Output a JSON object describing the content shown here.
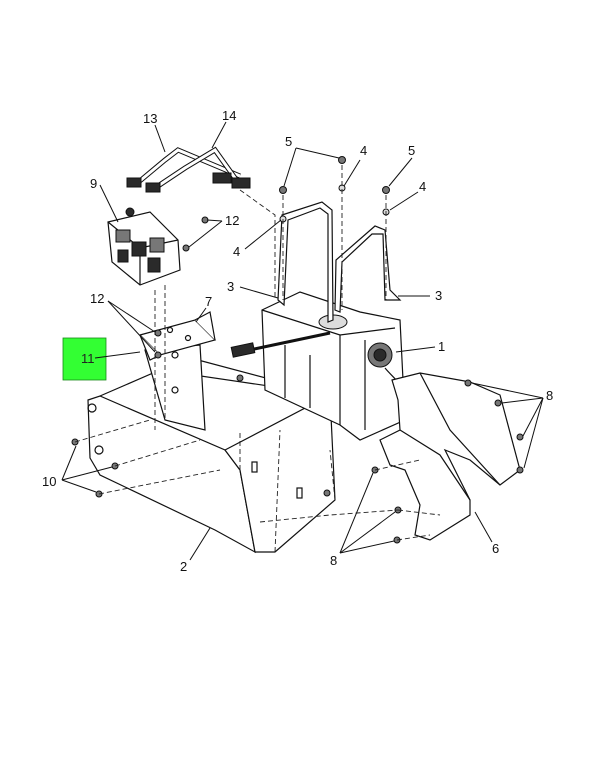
{
  "highlight": {
    "label": "11",
    "color": "#33ff33"
  },
  "callouts": [
    {
      "id": "c1",
      "text": "1"
    },
    {
      "id": "c2",
      "text": "2"
    },
    {
      "id": "c3a",
      "text": "3"
    },
    {
      "id": "c3b",
      "text": "3"
    },
    {
      "id": "c4a",
      "text": "4"
    },
    {
      "id": "c4b",
      "text": "4"
    },
    {
      "id": "c4c",
      "text": "4"
    },
    {
      "id": "c5a",
      "text": "5"
    },
    {
      "id": "c5b",
      "text": "5"
    },
    {
      "id": "c6",
      "text": "6"
    },
    {
      "id": "c7",
      "text": "7"
    },
    {
      "id": "c8a",
      "text": "8"
    },
    {
      "id": "c8b",
      "text": "8"
    },
    {
      "id": "c9",
      "text": "9"
    },
    {
      "id": "c10",
      "text": "10"
    },
    {
      "id": "c12a",
      "text": "12"
    },
    {
      "id": "c12b",
      "text": "12"
    },
    {
      "id": "c13",
      "text": "13"
    },
    {
      "id": "c14",
      "text": "14"
    }
  ]
}
